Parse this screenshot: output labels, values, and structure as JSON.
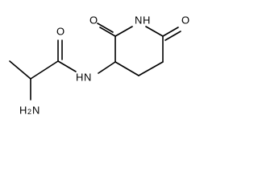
{
  "molecule": {
    "atoms": {
      "amide_oxygen": "O",
      "imide_nitrogen": "N",
      "imide_hydrogen": "H",
      "amide_nitrogen": "N",
      "amide_hydrogen": "H",
      "ring_oxygen_left": "O",
      "ring_oxygen_right": "O",
      "amino_group": "H",
      "amino_group_subscript": "2",
      "amino_group_n": "N"
    }
  }
}
